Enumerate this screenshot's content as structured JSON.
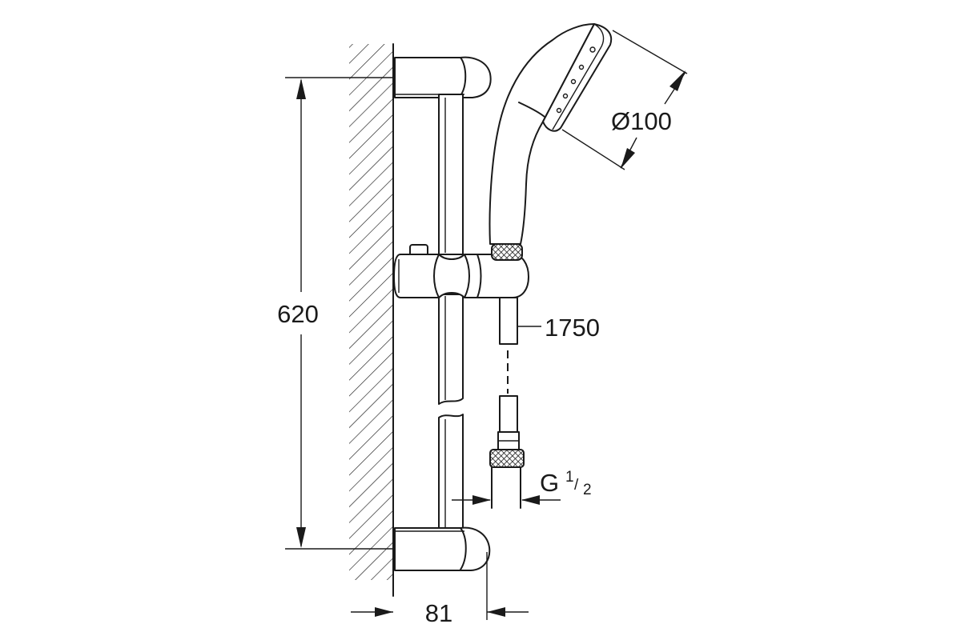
{
  "dimensions": {
    "height": "620",
    "depth": "81",
    "head_diameter": "Ø100",
    "hose_length": "1750",
    "thread": {
      "letter": "G",
      "numerator": "1",
      "denominator": "2"
    }
  },
  "colors": {
    "line": "#1a1a1a",
    "background": "#ffffff"
  }
}
